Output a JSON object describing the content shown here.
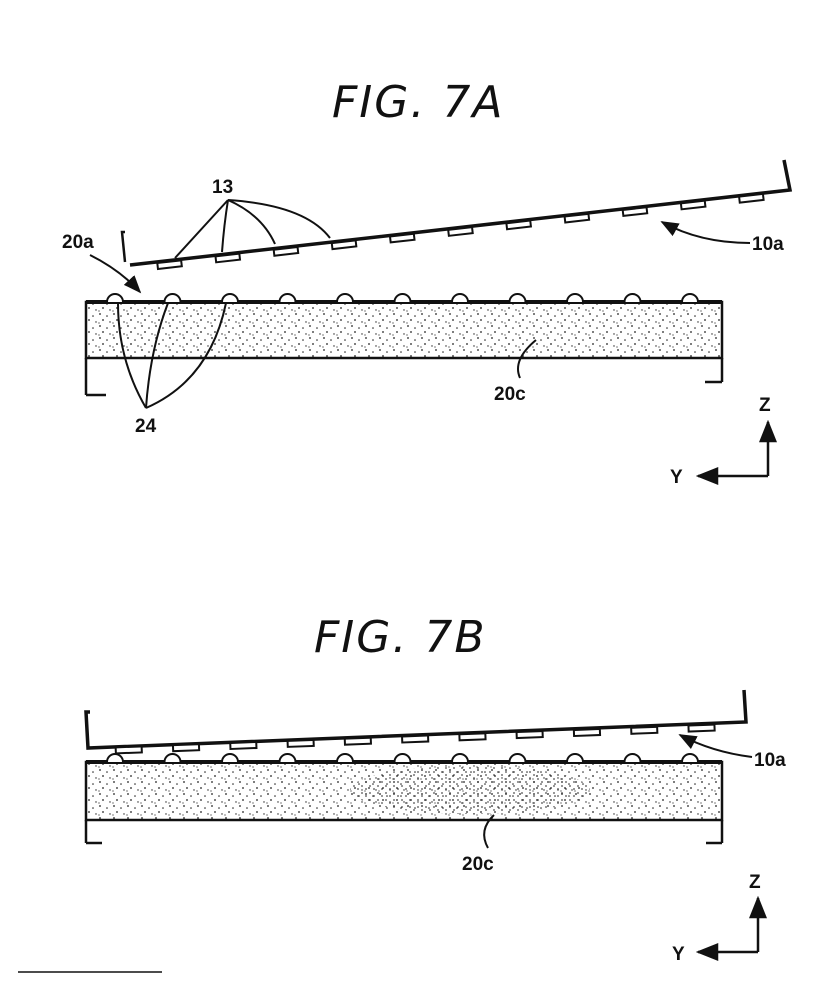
{
  "figures": [
    {
      "title": "FIG. 7A",
      "labels": {
        "pads": "13",
        "substrate_ref": "20a",
        "bumps": "24",
        "substrate_body": "20c",
        "chip": "10a"
      },
      "axes": {
        "vertical": "Z",
        "horizontal": "Y"
      }
    },
    {
      "title": "FIG. 7B",
      "labels": {
        "chip": "10a",
        "substrate_body": "20c"
      },
      "axes": {
        "vertical": "Z",
        "horizontal": "Y"
      }
    }
  ],
  "colors": {
    "ink": "#111111",
    "background": "#ffffff"
  }
}
